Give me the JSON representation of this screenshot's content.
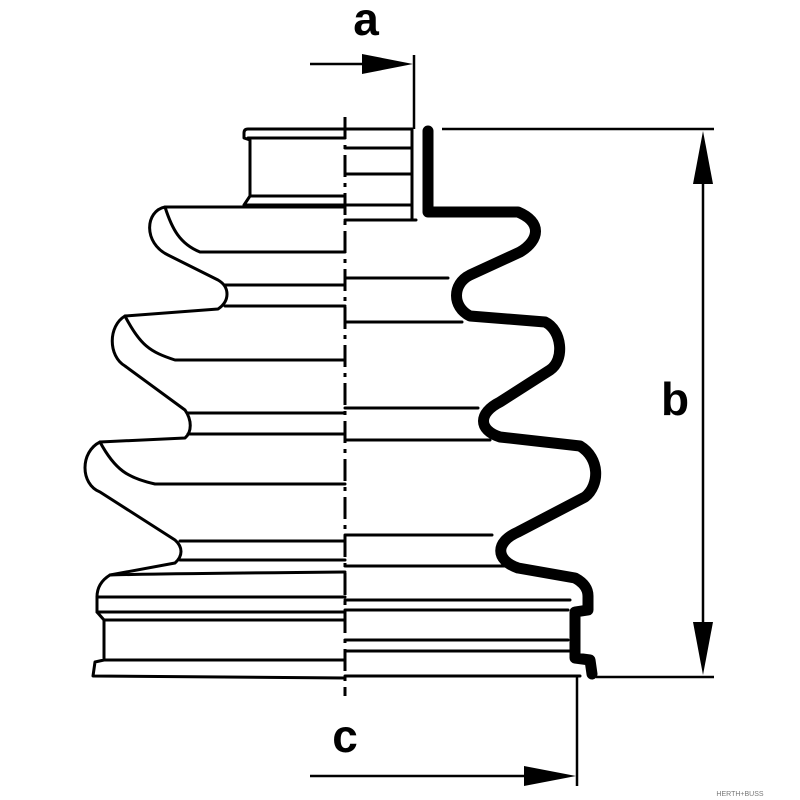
{
  "diagram": {
    "dimension_labels": {
      "a": "a",
      "b": "b",
      "c": "c"
    },
    "watermark": "HERTH+BUSS",
    "colors": {
      "line": "#000000",
      "background": "#ffffff"
    }
  }
}
